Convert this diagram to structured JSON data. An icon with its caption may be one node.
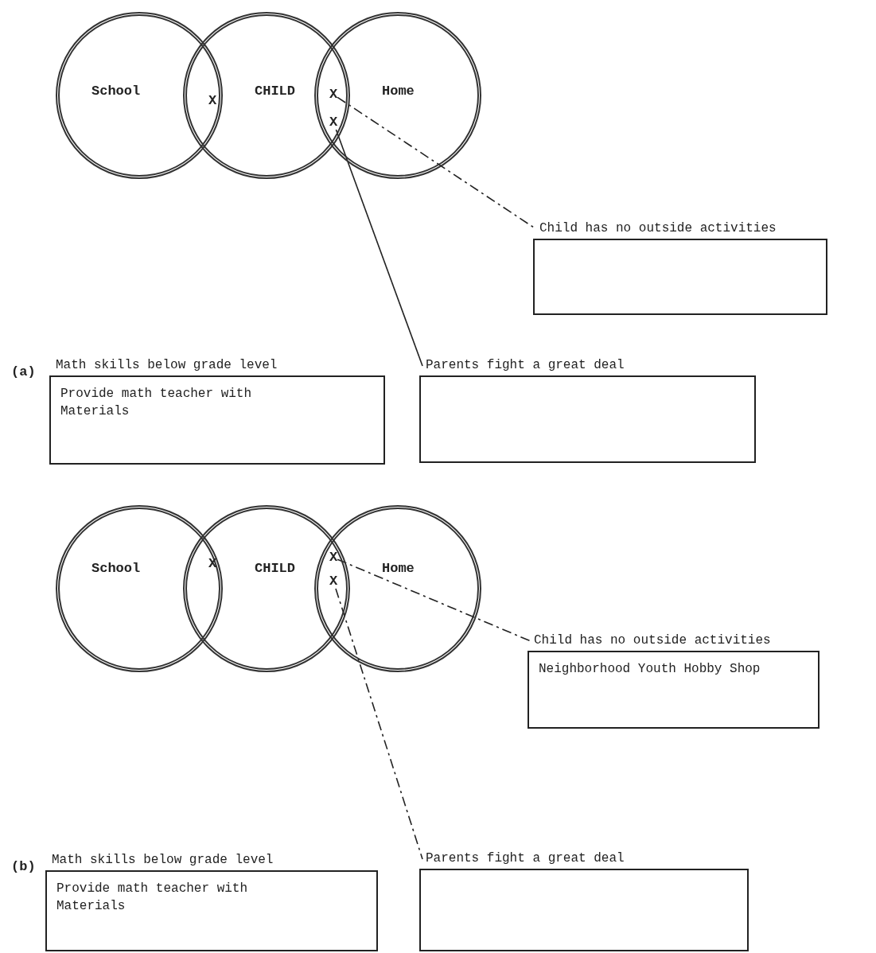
{
  "diagram": {
    "nodes": [
      {
        "text": [
          "School"
        ]
      },
      {
        "text": [
          "CHILD"
        ]
      },
      {
        "text": [
          "Home"
        ]
      },
      {
        "text": [
          "X"
        ]
      },
      {
        "text": [
          "X"
        ]
      },
      {
        "text": [
          "Child has no outside activities"
        ]
      },
      {
        "text": [
          "Math skills below grade level",
          "Provide math teacher with Materials"
        ]
      },
      {
        "text": [
          "Parents fight a great deal"
        ]
      },
      {
        "text": [
          "School"
        ]
      },
      {
        "text": [
          "CHILD"
        ]
      },
      {
        "text": [
          "Home"
        ]
      },
      {
        "text": [
          "X"
        ]
      },
      {
        "text": [
          "X"
        ]
      },
      {
        "text": [
          "Child has no outside activities",
          "Neighborhood Youth Hobby Shop"
        ]
      },
      {
        "text": [
          "Math skills below grade level",
          "Provide math teacher with Materials"
        ]
      },
      {
        "text": [
          "Parents fight a great deal"
        ]
      }
    ],
    "edges": [
      {
        "from": 3,
        "to": 5,
        "arrow": "none",
        "style": "dashed"
      },
      {
        "from": 4,
        "to": 7,
        "arrow": "none"
      },
      {
        "from": 11,
        "to": 13,
        "arrow": "none",
        "style": "dashed"
      },
      {
        "from": 12,
        "to": 15,
        "arrow": "none",
        "style": "dashed"
      }
    ],
    "labels": [
      "X",
      "(a)",
      "X",
      "(b)"
    ]
  }
}
